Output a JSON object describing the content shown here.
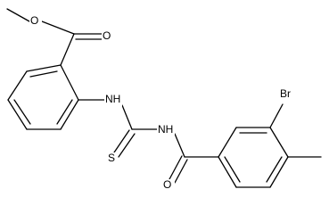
{
  "molecule": {
    "atoms": {
      "O_methoxy": "O",
      "O_carbonyl_ester": "O",
      "NH_aniline": "NH",
      "NH_thiourea": "NH",
      "S_thiocarbonyl": "S",
      "O_amide": "O",
      "Br": "Br"
    }
  },
  "colors": {
    "bond": "#000000",
    "label": "#000000",
    "background": "#ffffff"
  }
}
